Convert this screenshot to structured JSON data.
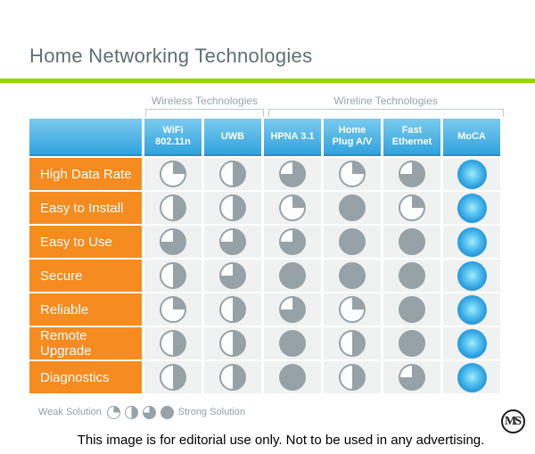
{
  "page": {
    "title": "Home Networking Technologies",
    "footer_note": "This image is for editorial use only. Not to be used in any advertising.",
    "logo_monogram": "MS"
  },
  "colors": {
    "accent_green": "#97D700",
    "header_blue_top": "#7BCBEF",
    "header_blue_bottom": "#31A3DE",
    "row_label_orange": "#F68B1F",
    "pie_gray": "#96A2A8",
    "cell_background": "#EFF2F0",
    "moca_ball_center": "#A6EBFA",
    "moca_ball_edge": "#1C79BE",
    "title_gray": "#5C6F74",
    "muted_gray": "#98A4A8"
  },
  "chart_data": {
    "type": "table",
    "title": "Home Networking Technologies",
    "groups": [
      {
        "label": "Wireless Technologies",
        "columns": [
          0,
          1
        ]
      },
      {
        "label": "Wireline Technologies",
        "columns": [
          2,
          3,
          4,
          5
        ]
      }
    ],
    "columns": [
      "WiFi 802.11n",
      "UWB",
      "HPNA 3.1",
      "Home Plug A/V",
      "Fast Ethernet",
      "MoCA"
    ],
    "column_display": [
      "WiFi\n802.11n",
      "UWB",
      "HPNA 3.1",
      "Home\nPlug A/V",
      "Fast\nEthernet",
      "MoCA"
    ],
    "rating_scale": "Harvey-ball fractions: 0.25 = weak solution, 1.0 = strong solution",
    "highlight_column": "MoCA",
    "rows": [
      {
        "label": "High Data Rate",
        "values": [
          0.25,
          0.5,
          0.75,
          0.25,
          0.75,
          1
        ]
      },
      {
        "label": "Easy to Install",
        "values": [
          0.5,
          0.5,
          0.25,
          1,
          0.25,
          1
        ]
      },
      {
        "label": "Easy to Use",
        "values": [
          0.75,
          0.75,
          0.75,
          1,
          1,
          1
        ]
      },
      {
        "label": "Secure",
        "values": [
          0.5,
          0.75,
          1,
          1,
          1,
          1
        ]
      },
      {
        "label": "Reliable",
        "values": [
          0.25,
          0.5,
          0.75,
          0.25,
          1,
          1
        ]
      },
      {
        "label": "Remote Upgrade",
        "values": [
          0.5,
          0.5,
          1,
          0.5,
          1,
          1
        ]
      },
      {
        "label": "Diagnostics",
        "values": [
          0.5,
          0.5,
          1,
          0.5,
          0.75,
          1
        ]
      }
    ]
  },
  "legend": {
    "weak_label": "Weak Solution",
    "strong_label": "Strong Solution",
    "icons": [
      0.25,
      0.5,
      0.75,
      1
    ]
  }
}
